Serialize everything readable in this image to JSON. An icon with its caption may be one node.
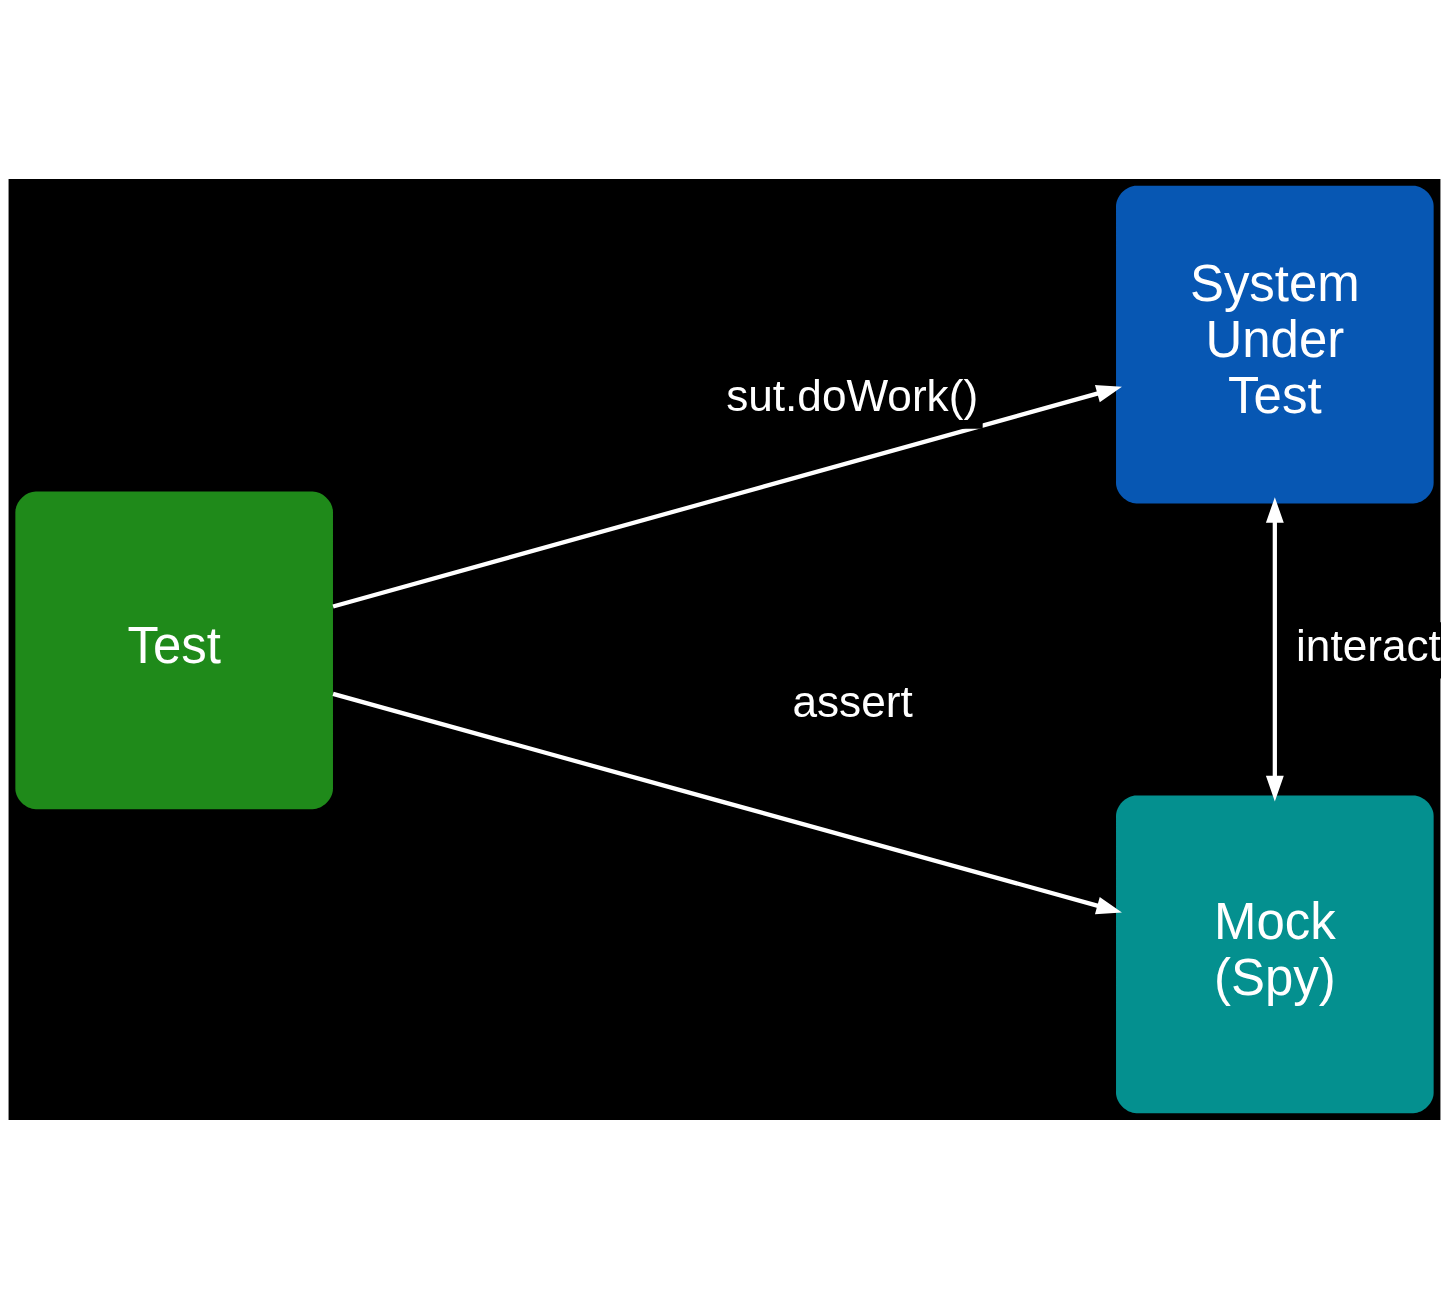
{
  "diagram": {
    "nodes": [
      {
        "text": [
          "Test"
        ]
      },
      {
        "text": [
          "System Under Test"
        ]
      },
      {
        "text": [
          "Mock (Spy)"
        ]
      }
    ],
    "edges": [
      {
        "from": 0,
        "to": 1,
        "arrow": "to",
        "label": "sut.doWork()"
      },
      {
        "from": 0,
        "to": 2,
        "arrow": "to",
        "label": "assert"
      },
      {
        "from": 1,
        "to": 2,
        "arrow": "both",
        "label": "interact"
      }
    ]
  }
}
